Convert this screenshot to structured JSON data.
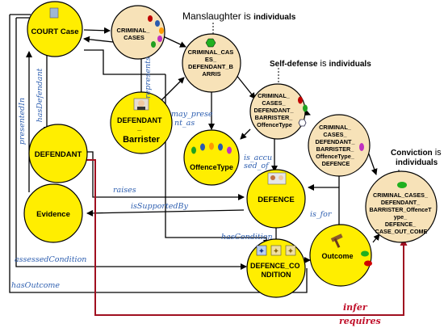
{
  "nodes": {
    "court_case": "COURT Case",
    "criminal_cases": [
      "CRIMINAL_",
      "CASES"
    ],
    "ccdb": [
      "CRIMINAL_CAS",
      "ES_",
      "DEFENDANT_B",
      "ARRIS"
    ],
    "ccdbo": [
      "CRIMINAL_",
      "CASES_",
      "DEFENDANT_",
      "BARRISTER_",
      "OffenceType"
    ],
    "ccdbod": [
      "CRIMINAL_",
      "CASES_",
      "DEFENDANT_",
      "BARRISTER_",
      "OffenceType_",
      "DEFENCE"
    ],
    "ccdbodc": [
      "CRIMINAL_CASES_",
      "DEFENDANT_",
      "BARRISTER_OffenceT",
      "ype_",
      "DEFENCE_",
      "CASE_OUT_COME"
    ],
    "defendant_barrister": [
      "DEFENDANT",
      "_",
      "Barrister"
    ],
    "defendant": "DEFENDANT",
    "offence_type": "OffenceType",
    "defence": "DEFENCE",
    "evidence": "Evidence",
    "defence_condition": [
      "DEFENCE_CO",
      "NDITION"
    ],
    "outcome": "Outcome"
  },
  "notes": {
    "manslaughter": {
      "word": "Manslaughter",
      "is": " is ",
      "rest": "individuals"
    },
    "self_defense": {
      "word": "Self-defense",
      "is": " is ",
      "rest": "individuals"
    },
    "conviction": {
      "word": "Conviction",
      "is": " is",
      "rest": "individuals"
    }
  },
  "edge_labels": {
    "has_defendant": "hasDefendant",
    "presented_in": "presentedIn",
    "represents": "represents",
    "may_present_as": [
      "may_prese",
      "nt_as"
    ],
    "is_accused_of": [
      "is_accu",
      "sed_of"
    ],
    "raises": "raises",
    "is_supported_by": "isSupportedBy",
    "has_condition": "hasCondition",
    "is_for": "is_for",
    "assessed_condition": "assessedCondition",
    "has_outcome": "hasOutcome",
    "infer": "infer",
    "requires": "requires"
  },
  "colors": {
    "yellow_node": "#ffee00",
    "cream_node": "#f7e2b8",
    "edge": "#000000",
    "infer_edge": "#a01020",
    "label": "#2e5fb0"
  }
}
